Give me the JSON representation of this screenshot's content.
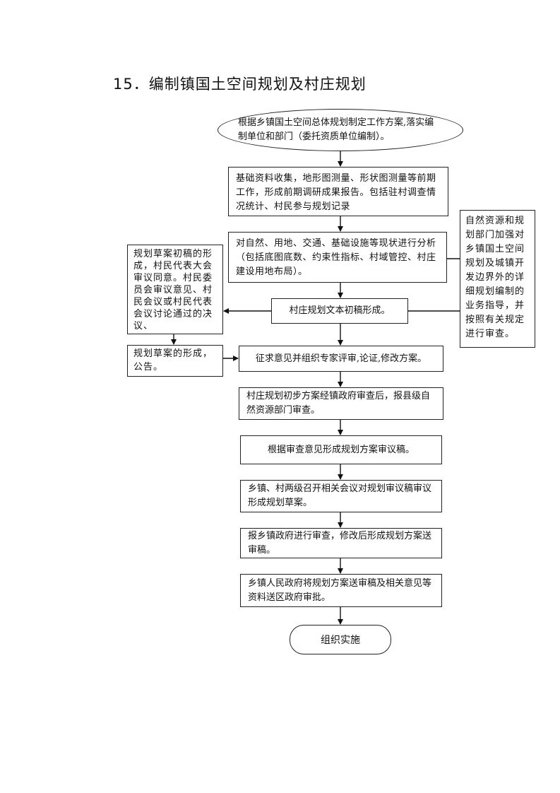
{
  "title": "15．编制镇国土空间规划及村庄规划",
  "flow": {
    "start": "根据乡镇国土空间总体规划制定工作方案,落实编制单位和部门（委托资质单位编制）。",
    "steps": [
      "基础资料收集，地形图测量、形状图测量等前期工作，形成前期调研成果报告。包括驻村调查情况统计、村民参与规划记录",
      "对自然、用地、交通、基础设施等现状进行分析（包括底图底数、约束性指标、村域管控、村庄建设用地布局）。",
      "村庄规划文本初稿形成。",
      "征求意见并组织专家评审,论证,修改方案。",
      "村庄规划初步方案经镇政府审查后，报县级自然资源部门审查。",
      "根据审查意见形成规划方案审议稿。",
      "乡镇、村两级召开相关会议对规划审议稿审议形成规划草案。",
      "报乡镇政府进行审查，修改后形成规划方案送审稿。",
      "乡镇人民政府将规划方案送审稿及相关意见等资料送区政府审批。"
    ],
    "end": "组织实施",
    "side_left": [
      "规划草案初稿的形成，村民代表大会审议同意。村民委员会审议意见、村民会议或村民代表会议讨论通过的决议、",
      "规划草案的形成，公告。"
    ],
    "side_right": "自然资源和规划部门加强对乡镇国土空间规划及城镇开发边界外的详细规划编制的业务指导，并按照有关规定进行审查。"
  }
}
